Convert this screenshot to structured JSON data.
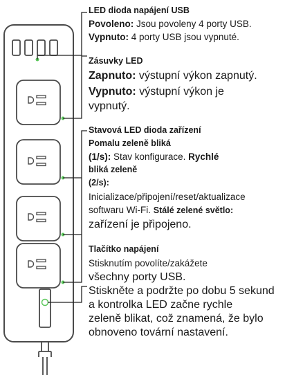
{
  "usb_led": {
    "title": "LED dioda napájení USB",
    "on_label": "Povoleno:",
    "on_text": "Jsou povoleny 4 porty USB.",
    "off_label": "Vypnuto:",
    "off_text": "4 porty USB jsou vypnuté."
  },
  "socket_led": {
    "title": "Zásuvky LED",
    "on_label": "Zapnuto:",
    "on_text": "výstupní výkon zapnutý.",
    "off_label": "Vypnuto:",
    "off_text_1": "výstupní výkon je",
    "off_text_2": "vypnutý."
  },
  "status_led": {
    "title": "Stavová LED dioda zařízení",
    "slow_label": "Pomalu zeleně bliká",
    "slow_rate": "(1/s):",
    "slow_text": "Stav konfigurace.",
    "fast_label_1": "Rychlé",
    "fast_label_2": "bliká zeleně",
    "fast_rate": "(2/s):",
    "fast_text_1": "Inicializace/připojení/reset/aktualizace",
    "fast_text_2": "softwaru Wi-Fi.",
    "solid_label": "Stálé zelené světlo:",
    "solid_text": "zařízení je připojeno."
  },
  "power_button": {
    "title": "Tlačítko napájení",
    "line1": "Stisknutím povolíte/zakážete",
    "line2": "všechny porty USB.",
    "line3": "Stiskněte a podržte po dobu 5 sekund",
    "line4": "a kontrolka LED začne rychle",
    "line5": "zeleně blikat, což znamená, že bylo",
    "line6": "obnoveno tovární nastavení."
  },
  "colors": {
    "outline": "#4a4a4a",
    "led_green": "#5cc85c",
    "text": "#1a1a1a"
  },
  "device": {
    "usb_port_count": 4,
    "outlet_count": 4
  }
}
